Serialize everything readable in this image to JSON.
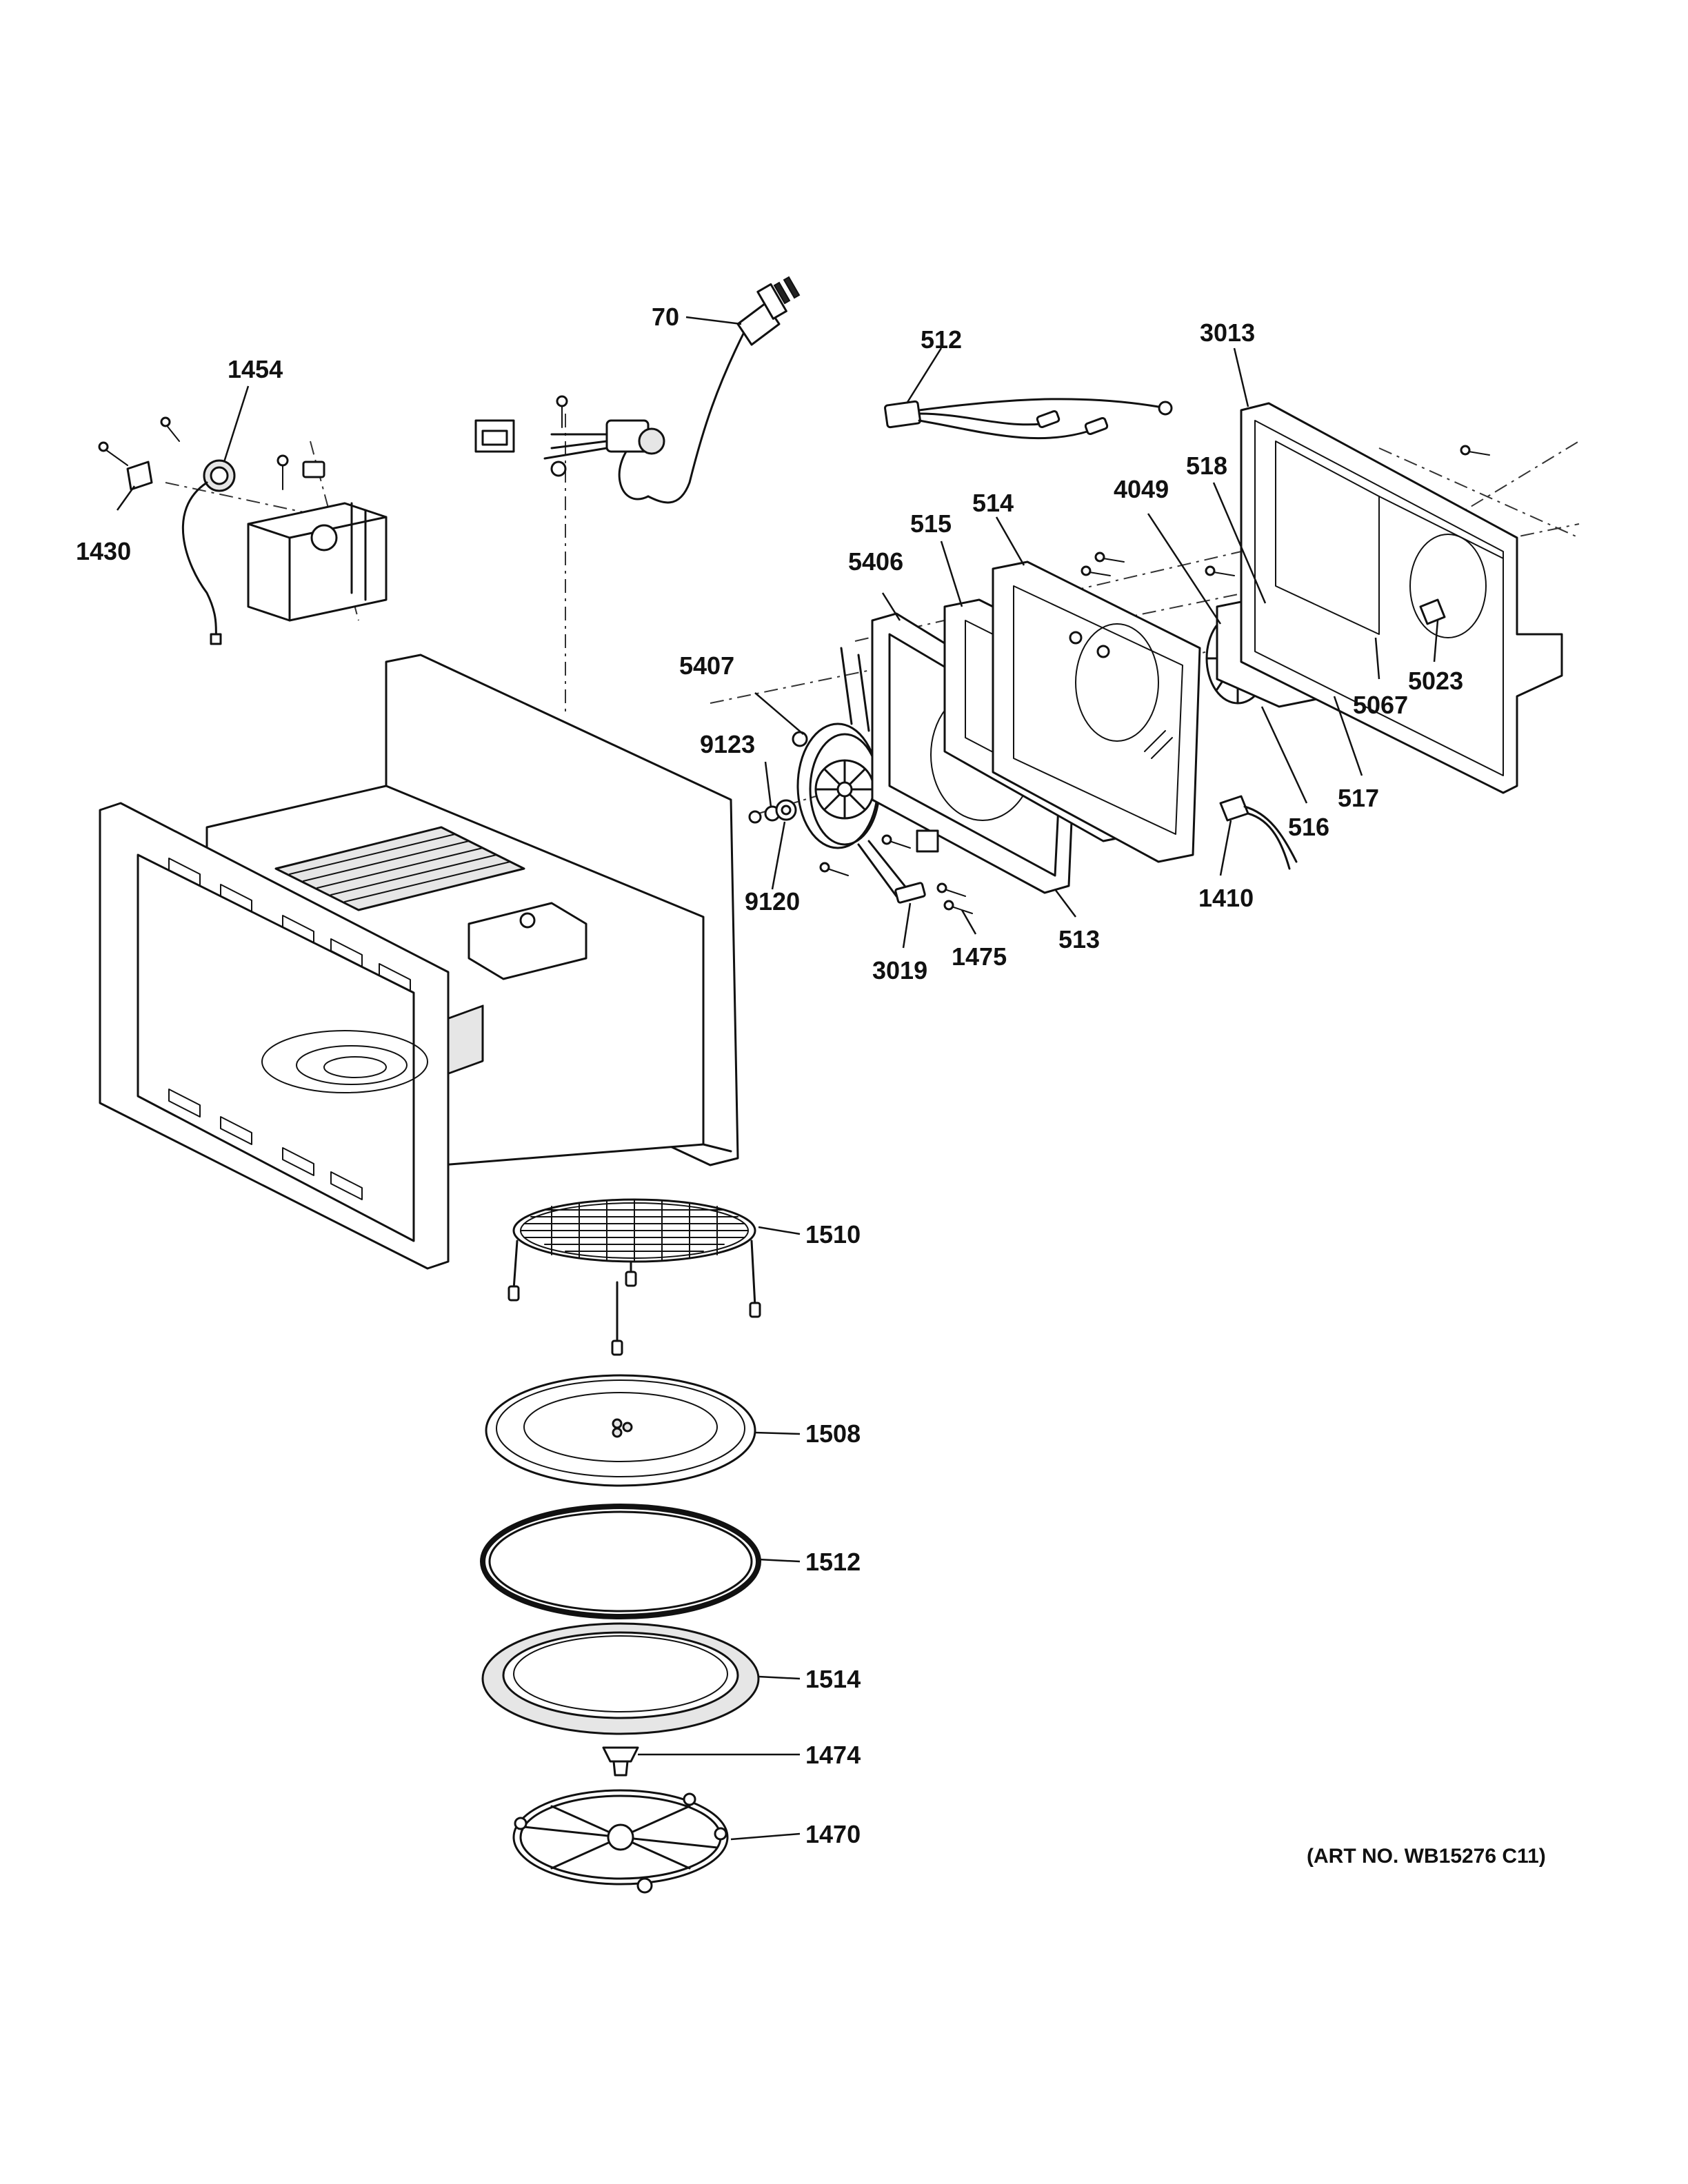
{
  "callouts": {
    "c70": "70",
    "c512": "512",
    "c3013": "3013",
    "c1454": "1454",
    "c1430": "1430",
    "c518": "518",
    "c4049": "4049",
    "c514": "514",
    "c515": "515",
    "c5406": "5406",
    "c5407": "5407",
    "c9123": "9123",
    "c9120": "9120",
    "c5023": "5023",
    "c5067": "5067",
    "c517": "517",
    "c516": "516",
    "c1410": "1410",
    "c513": "513",
    "c1475": "1475",
    "c3019": "3019",
    "c1510": "1510",
    "c1508": "1508",
    "c1512": "1512",
    "c1514": "1514",
    "c1474": "1474",
    "c1470": "1470"
  },
  "art_number": "(ART NO. WB15276 C11)"
}
